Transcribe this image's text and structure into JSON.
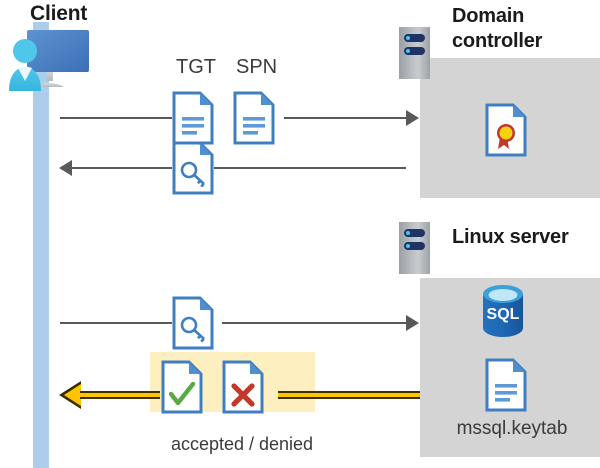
{
  "diagram": {
    "title": "Kerberos authentication between client, domain controller and Linux server",
    "background": "#ffffff",
    "colors": {
      "panel_gray": "#d4d4d4",
      "lifeline_blue": "#aecdeb",
      "highlight_yellow": "#fdefc0",
      "arrow_gray": "#595959",
      "response_arrow_yellow": "#ffc400",
      "doc_blue": "#3f7fc1",
      "accent_dark_navy": "#1f3464",
      "check_green": "#5aa944",
      "cross_red": "#c0392b",
      "sql_blue": "#1d68b3"
    }
  },
  "client": {
    "title": "Client",
    "pc_icon": "workstation-user-icon",
    "lifeline": "client-lifeline"
  },
  "domain_controller": {
    "title": "Domain\ncontroller",
    "title_line1": "Domain",
    "title_line2": "controller",
    "server_icon": "server-tower-icon",
    "contents": [
      {
        "icon": "certificate-document-icon",
        "label": ""
      }
    ]
  },
  "linux_server": {
    "title": "Linux server",
    "server_icon": "server-tower-icon",
    "contents": [
      {
        "icon": "sql-database-icon",
        "label": "SQL"
      },
      {
        "icon": "keytab-document-icon",
        "label": "mssql.keytab"
      }
    ],
    "keytab_label": "mssql.keytab"
  },
  "messages": [
    {
      "id": "request-tgt-spn",
      "direction": "client-to-dc",
      "labels": [
        "TGT",
        "SPN"
      ],
      "icons": [
        "tgt-document-icon",
        "spn-document-icon"
      ],
      "arrow": "arrow-right"
    },
    {
      "id": "issue-service-ticket",
      "direction": "dc-to-client",
      "labels": [],
      "icons": [
        "key-document-icon"
      ],
      "arrow": "arrow-left"
    },
    {
      "id": "present-service-ticket",
      "direction": "client-to-linux",
      "labels": [],
      "icons": [
        "key-document-icon"
      ],
      "arrow": "arrow-right"
    },
    {
      "id": "authentication-result",
      "direction": "linux-to-client",
      "labels": [
        "accepted / denied"
      ],
      "icons": [
        "accepted-document-icon",
        "denied-document-icon"
      ],
      "arrow": "arrow-left-yellow"
    }
  ],
  "labels": {
    "tgt": "TGT",
    "spn": "SPN",
    "accepted_denied": "accepted / denied",
    "sql_text": "SQL"
  }
}
